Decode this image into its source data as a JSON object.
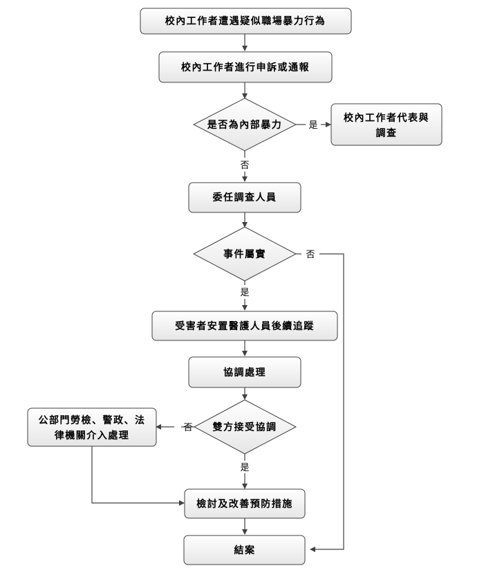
{
  "colors": {
    "stroke": "#404040",
    "fill_top": "#ffffff",
    "fill_bottom": "#e8e8e8"
  },
  "nodes": {
    "start": "校內工作者遭遇疑似職場暴力行為",
    "report": "校內工作者進行申訴或通報",
    "internal": "是否為內部暴力",
    "rep_line1": "校內工作者代表與",
    "rep_line2": "調查",
    "appoint": "委任調查人員",
    "true_event": "事件屬實",
    "care": "受害者安置醫護人員後續追蹤",
    "coord": "協調處理",
    "accept": "雙方接受協調",
    "public_line1": "公部門勞檢、警政、法",
    "public_line2": "律機關介入處理",
    "review": "檢討及改善預防措施",
    "close": "結案"
  },
  "edges": {
    "yes_internal": "是",
    "no_internal": "否",
    "no_true": "否",
    "yes_true": "是",
    "no_accept": "否",
    "yes_accept": "是"
  }
}
